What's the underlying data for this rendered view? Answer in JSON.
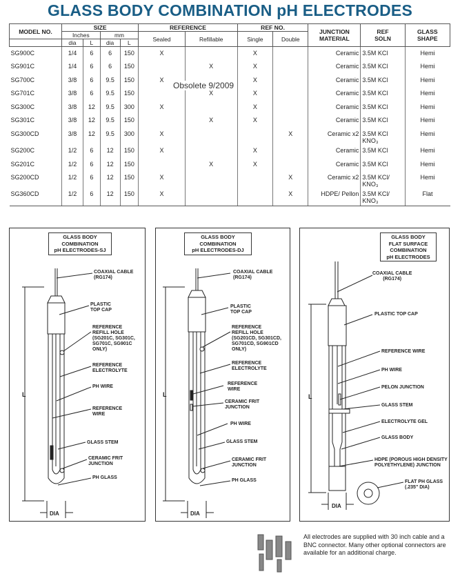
{
  "title": "GLASS BODY COMBINATION pH ELECTRODES",
  "table": {
    "headers": {
      "model": "MODEL No.",
      "size": "SIZE",
      "inches": "Inches",
      "mm": "mm",
      "dia1": "dia",
      "l1": "L",
      "dia2": "dia",
      "l2": "L",
      "reference": "REFERENCE",
      "sealed": "Sealed",
      "refillable": "Refillable",
      "refno": "REF No.",
      "single": "Single",
      "double": "Double",
      "junction": "JUNCTION\nMATERIAL",
      "refsoln": "REF\nSOLN",
      "glass": "GLASS\nSHAPE"
    },
    "rows": [
      {
        "model": "SG900C",
        "dia_in": "1/4",
        "l_in": "6",
        "dia_mm": "6",
        "l_mm": "150",
        "sealed": "X",
        "refillable": "",
        "single": "X",
        "double": "",
        "junction": "Ceramic",
        "soln": "3.5M KCl",
        "shape": "Hemi"
      },
      {
        "model": "SG901C",
        "dia_in": "1/4",
        "l_in": "6",
        "dia_mm": "6",
        "l_mm": "150",
        "sealed": "",
        "refillable": "X",
        "single": "X",
        "double": "",
        "junction": "Ceramic",
        "soln": "3.5M KCl",
        "shape": "Hemi"
      },
      {
        "model": "SG700C",
        "dia_in": "3/8",
        "l_in": "6",
        "dia_mm": "9.5",
        "l_mm": "150",
        "sealed": "X",
        "refillable": "",
        "single": "X",
        "double": "",
        "junction": "Ceramic",
        "soln": "3.5M KCl",
        "shape": "Hemi"
      },
      {
        "model": "SG701C",
        "dia_in": "3/8",
        "l_in": "6",
        "dia_mm": "9.5",
        "l_mm": "150",
        "sealed": "",
        "refillable": "X",
        "single": "X",
        "double": "",
        "junction": "Ceramic",
        "soln": "3.5M KCl",
        "shape": "Hemi"
      },
      {
        "model": "SG300C",
        "dia_in": "3/8",
        "l_in": "12",
        "dia_mm": "9.5",
        "l_mm": "300",
        "sealed": "X",
        "refillable": "",
        "single": "X",
        "double": "",
        "junction": "Ceramic",
        "soln": "3.5M KCl",
        "shape": "Hemi"
      },
      {
        "model": "SG301C",
        "dia_in": "3/8",
        "l_in": "12",
        "dia_mm": "9.5",
        "l_mm": "150",
        "sealed": "",
        "refillable": "X",
        "single": "X",
        "double": "",
        "junction": "Ceramic",
        "soln": "3.5M KCl",
        "shape": "Hemi"
      },
      {
        "model": "SG300CD",
        "dia_in": "3/8",
        "l_in": "12",
        "dia_mm": "9.5",
        "l_mm": "300",
        "sealed": "X",
        "refillable": "",
        "single": "",
        "double": "X",
        "junction": "Ceramic x2",
        "soln": "3.5M KCl\nKNO₃",
        "shape": "Hemi"
      },
      {
        "model": "SG200C",
        "dia_in": "1/2",
        "l_in": "6",
        "dia_mm": "12",
        "l_mm": "150",
        "sealed": "X",
        "refillable": "",
        "single": "X",
        "double": "",
        "junction": "Ceramic",
        "soln": "3.5M KCl",
        "shape": "Hemi"
      },
      {
        "model": "SG201C",
        "dia_in": "1/2",
        "l_in": "6",
        "dia_mm": "12",
        "l_mm": "150",
        "sealed": "",
        "refillable": "X",
        "single": "X",
        "double": "",
        "junction": "Ceramic",
        "soln": "3.5M KCl",
        "shape": "Hemi"
      },
      {
        "model": "SG200CD",
        "dia_in": "1/2",
        "l_in": "6",
        "dia_mm": "12",
        "l_mm": "150",
        "sealed": "X",
        "refillable": "",
        "single": "",
        "double": "X",
        "junction": "Ceramic x2",
        "soln": "3.5M KCl/\nKNO₃",
        "shape": "Hemi"
      },
      {
        "model": "SG360CD",
        "dia_in": "1/2",
        "l_in": "6",
        "dia_mm": "12",
        "l_mm": "150",
        "sealed": "X",
        "refillable": "",
        "single": "",
        "double": "X",
        "junction": "HDPE/ Pellon",
        "soln": "3.5M KCl/\nKNO₃",
        "shape": "Flat"
      }
    ],
    "obsolete_note": "Obsolete 9/2009"
  },
  "diagram1": {
    "title": "GLASS BODY\nCOMBINATION\npH ELECTRODES-SJ",
    "labels": {
      "cable": "COAXIAL CABLE\n(RG174)",
      "cap": "PLASTIC\nTOP CAP",
      "refill": "REFERENCE\nREFILL HOLE\n(SG201C, SG301C,\nSG701C, SG901C\nONLY)",
      "electrolyte": "REFERENCE\nELECTROLYTE",
      "phwire": "pH WIRE",
      "refwire": "REFERENCE\nWIRE",
      "stem": "GLASS STEM",
      "frit": "CERAMIC FRIT\nJUNCTION",
      "phglass": "pH GLASS",
      "l": "L",
      "dia": "DIA"
    }
  },
  "diagram2": {
    "title": "GLASS BODY\nCOMBINATION\npH ELECTRODES-DJ",
    "labels": {
      "cable": "COAXIAL CABLE\n(RG174)",
      "cap": "PLASTIC\nTOP CAP",
      "refill": "REFERENCE\nREFILL HOLE\n(SG201CD, SG301CD,\nSG701CD, SG901CD\nONLY)",
      "electrolyte": "REFERENCE\nELECTROLYTE",
      "refwire": "REFERENCE\nWIRE",
      "frit1": "CERAMIC FRIT\nJUNCTION",
      "phwire": "pH WIRE",
      "stem": "GLASS STEM",
      "frit2": "CERAMIC FRIT\nJUNCTION",
      "phglass": "pH GLASS",
      "l": "L",
      "dia": "DIA"
    }
  },
  "diagram3": {
    "title": "GLASS BODY\nFLAT SURFACE\nCOMBINATION\npH ELECTRODES",
    "labels": {
      "cable": "COAXIAL CABLE\n(RG174)",
      "cap": "PLASTIC TOP CAP",
      "refwire": "REFERENCE WIRE",
      "phwire": "pH WIRE",
      "pelon": "PELON JUNCTION",
      "stem": "GLASS STEM",
      "gel": "ELECTROLYTE GEL",
      "body": "GLASS BODY",
      "hdpe": "HDPE (POROUS HIGH DENSITY\nPOLYETHYLENE) JUNCTION",
      "flat": "FLAT pH GLASS\n(.235\" DIA)",
      "l": "L",
      "dia": "DIA"
    }
  },
  "footnote": "All electrodes are supplied with 30 inch cable and a BNC connector. Many other optional connectors are available for an additional charge."
}
